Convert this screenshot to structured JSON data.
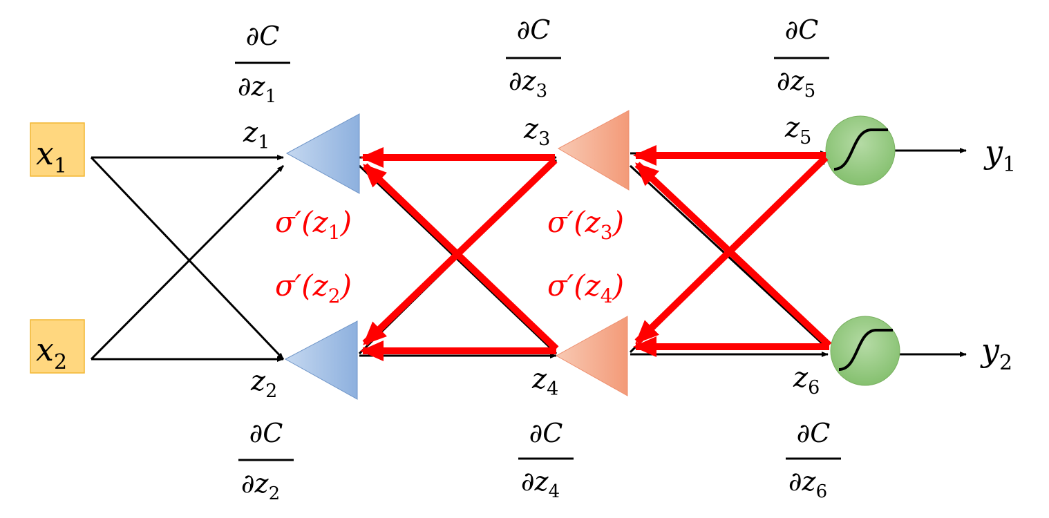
{
  "colors": {
    "input_fill": "#FFD77F",
    "input_border": "#F2B531",
    "backprop": "#FF0000",
    "forward": "#000000",
    "layer1": "#8FB3E0",
    "layer2": "#F4A07E",
    "output": "#8CC77A"
  },
  "inputs": [
    {
      "var": "x",
      "sub": "1"
    },
    {
      "var": "x",
      "sub": "2"
    }
  ],
  "outputs": [
    {
      "var": "y",
      "sub": "1"
    },
    {
      "var": "y",
      "sub": "2"
    }
  ],
  "z_labels": [
    {
      "var": "z",
      "sub": "1"
    },
    {
      "var": "z",
      "sub": "2"
    },
    {
      "var": "z",
      "sub": "3"
    },
    {
      "var": "z",
      "sub": "4"
    },
    {
      "var": "z",
      "sub": "5"
    },
    {
      "var": "z",
      "sub": "6"
    }
  ],
  "gradients": [
    {
      "num": "∂C",
      "den": "∂z",
      "sub": "1"
    },
    {
      "num": "∂C",
      "den": "∂z",
      "sub": "2"
    },
    {
      "num": "∂C",
      "den": "∂z",
      "sub": "3"
    },
    {
      "num": "∂C",
      "den": "∂z",
      "sub": "4"
    },
    {
      "num": "∂C",
      "den": "∂z",
      "sub": "5"
    },
    {
      "num": "∂C",
      "den": "∂z",
      "sub": "6"
    }
  ],
  "sigma_labels": [
    {
      "pre": "σ′(",
      "var": "z",
      "sub": "1",
      "post": ")"
    },
    {
      "pre": "σ′(",
      "var": "z",
      "sub": "2",
      "post": ")"
    },
    {
      "pre": "σ′(",
      "var": "z",
      "sub": "3",
      "post": ")"
    },
    {
      "pre": "σ′(",
      "var": "z",
      "sub": "4",
      "post": ")"
    }
  ]
}
